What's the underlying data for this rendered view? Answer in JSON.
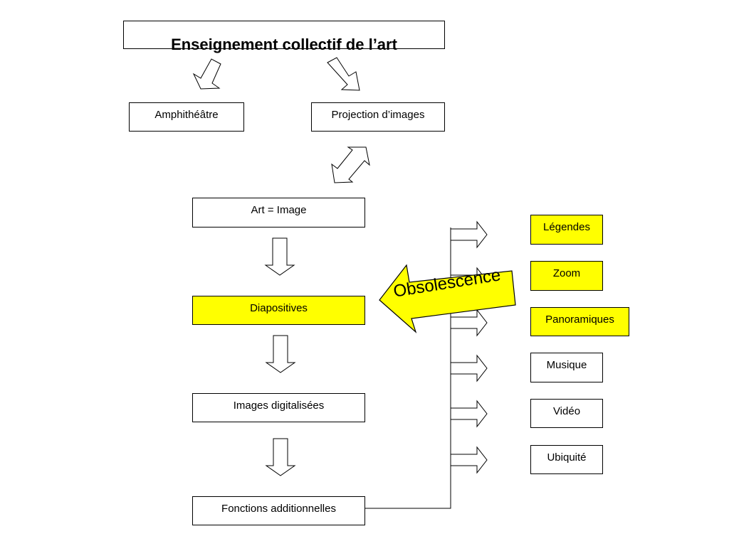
{
  "title": "Enseignement collectif de l’art",
  "top_boxes": {
    "amphitheatre": "Amphithéâtre",
    "projection": "Projection d’images"
  },
  "flow": {
    "art_image": "Art = Image",
    "diapositives": "Diapositives",
    "images_digitalisees": "Images digitalisées",
    "fonctions": "Fonctions additionnelles"
  },
  "features": [
    {
      "label": "Légendes",
      "highlight": true
    },
    {
      "label": "Zoom",
      "highlight": true
    },
    {
      "label": "Panoramiques",
      "highlight": true
    },
    {
      "label": "Musique",
      "highlight": false
    },
    {
      "label": "Vidéo",
      "highlight": false
    },
    {
      "label": "Ubiquité",
      "highlight": false
    }
  ],
  "obsolescence_label": "Obsolescence",
  "colors": {
    "highlight": "#ffff00",
    "border": "#000000",
    "background": "#ffffff"
  }
}
